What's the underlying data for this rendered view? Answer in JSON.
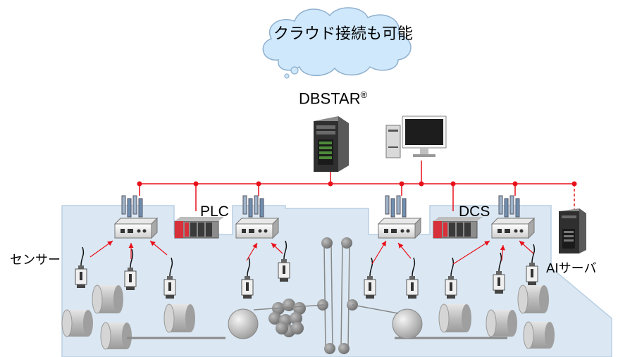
{
  "title": "DBSTAR system architecture diagram",
  "cloud": {
    "label": "クラウド接続も可能"
  },
  "server": {
    "label": "DBSTAR",
    "mark": "®"
  },
  "labels": {
    "plc": "PLC",
    "dcs": "DCS",
    "sensor": "センサー",
    "ai_server": "AIサーバ"
  },
  "colors": {
    "network_line": "#e8101a",
    "node_dot": "#e8101a",
    "arrow": "#e8101a",
    "plant_fill": "#dbe8f3",
    "plant_stroke": "#b9cfe3",
    "cloud_fill": "#cfe8fb",
    "cloud_stroke": "#8fb0cf",
    "device_body": "#f2f2f2",
    "plc_red": "#d8303a",
    "dark_server": "#3a3a3a"
  },
  "nodes": [
    {
      "id": "gateway-1",
      "type": "gateway"
    },
    {
      "id": "plc",
      "type": "plc"
    },
    {
      "id": "gateway-2",
      "type": "gateway"
    },
    {
      "id": "dbstar-server",
      "type": "server"
    },
    {
      "id": "gateway-3",
      "type": "gateway"
    },
    {
      "id": "workstation",
      "type": "pc"
    },
    {
      "id": "dcs",
      "type": "dcs"
    },
    {
      "id": "gateway-4",
      "type": "gateway"
    },
    {
      "id": "ai-server",
      "type": "server",
      "link": "dashed"
    }
  ],
  "sensors_per_gateway": [
    3,
    2,
    2,
    3
  ]
}
